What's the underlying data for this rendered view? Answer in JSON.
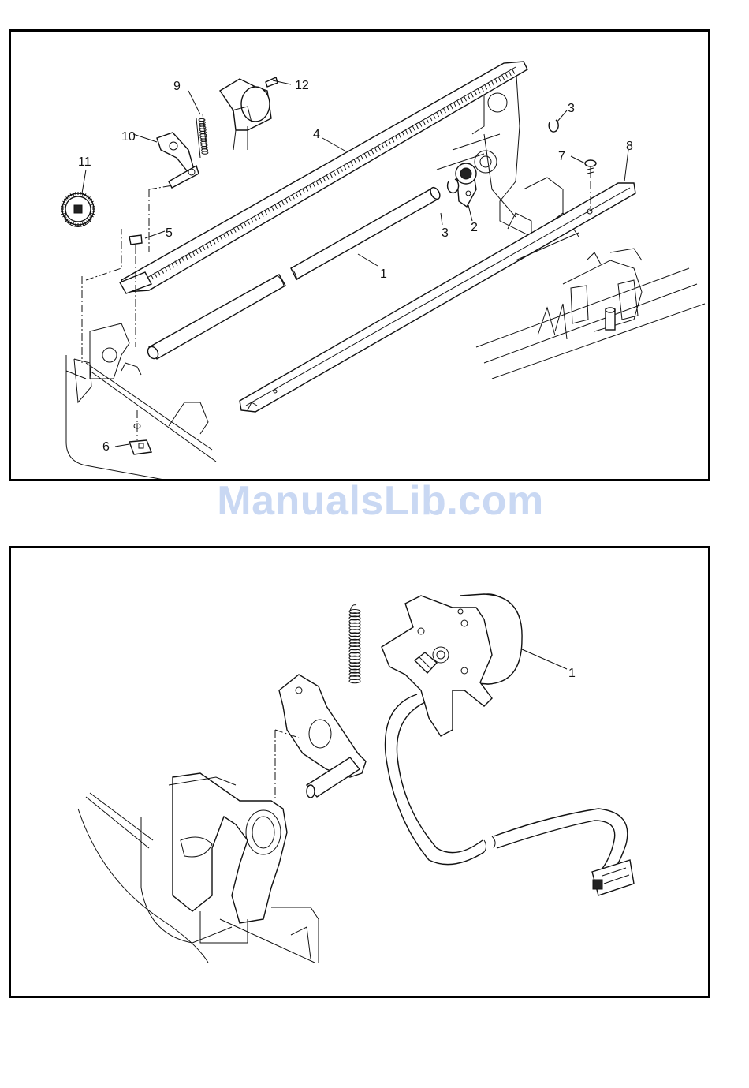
{
  "watermark": "ManualsLib.com",
  "top_diagram": {
    "callouts": [
      "1",
      "2",
      "3",
      "3",
      "4",
      "5",
      "6",
      "7",
      "8",
      "9",
      "10",
      "11",
      "12"
    ]
  },
  "bottom_diagram": {
    "callouts": [
      "1"
    ]
  }
}
